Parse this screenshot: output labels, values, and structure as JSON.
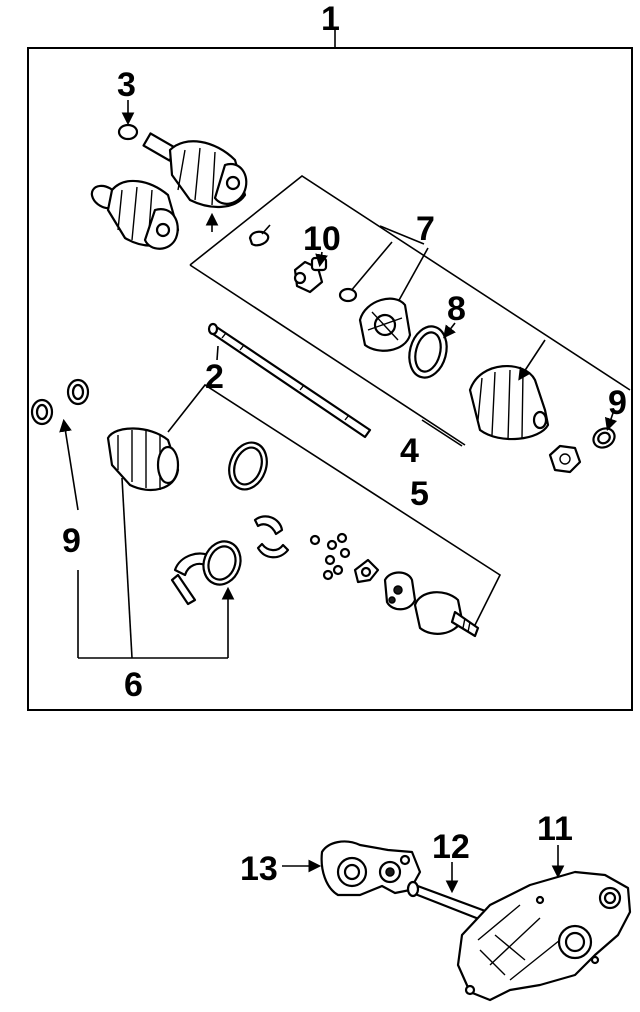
{
  "callouts": {
    "c1": "1",
    "c2": "2",
    "c3": "3",
    "c4": "4",
    "c5": "5",
    "c6": "6",
    "c7": "7",
    "c8": "8",
    "c9a": "9",
    "c9b": "9",
    "c10": "10",
    "c11": "11",
    "c12": "12",
    "c13": "13"
  },
  "colors": {
    "line": "#000000",
    "background": "#ffffff"
  }
}
